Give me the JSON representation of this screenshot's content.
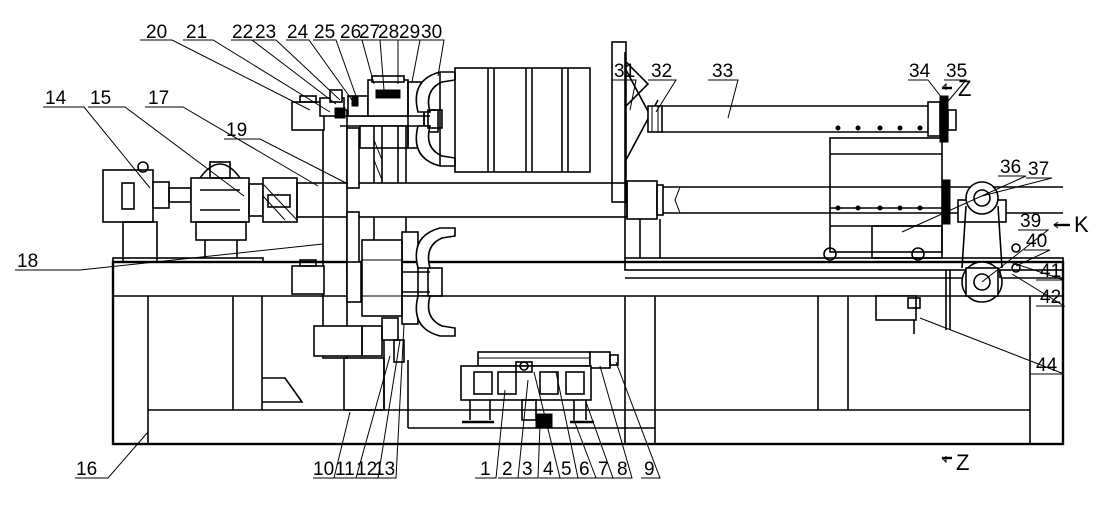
{
  "labels": {
    "n1": "1",
    "n2": "2",
    "n3": "3",
    "n4": "4",
    "n5": "5",
    "n6": "6",
    "n7": "7",
    "n8": "8",
    "n9": "9",
    "n10": "10",
    "n11": "11",
    "n12": "12",
    "n13": "13",
    "n14": "14",
    "n15": "15",
    "n16": "16",
    "n17": "17",
    "n18": "18",
    "n19": "19",
    "n20": "20",
    "n21": "21",
    "n22": "22",
    "n23": "23",
    "n24": "24",
    "n25": "25",
    "n26": "26",
    "n27": "27",
    "n28": "28",
    "n29": "29",
    "n30": "30",
    "n31": "31",
    "n32": "32",
    "n33": "33",
    "n34": "34",
    "n35": "35",
    "n36": "36",
    "n37": "37",
    "n39": "39",
    "n40": "40",
    "n41": "41",
    "n42": "42",
    "n44": "44"
  },
  "section_marks": {
    "z_top": "Z",
    "z_bottom": "Z",
    "k_view": "K"
  }
}
